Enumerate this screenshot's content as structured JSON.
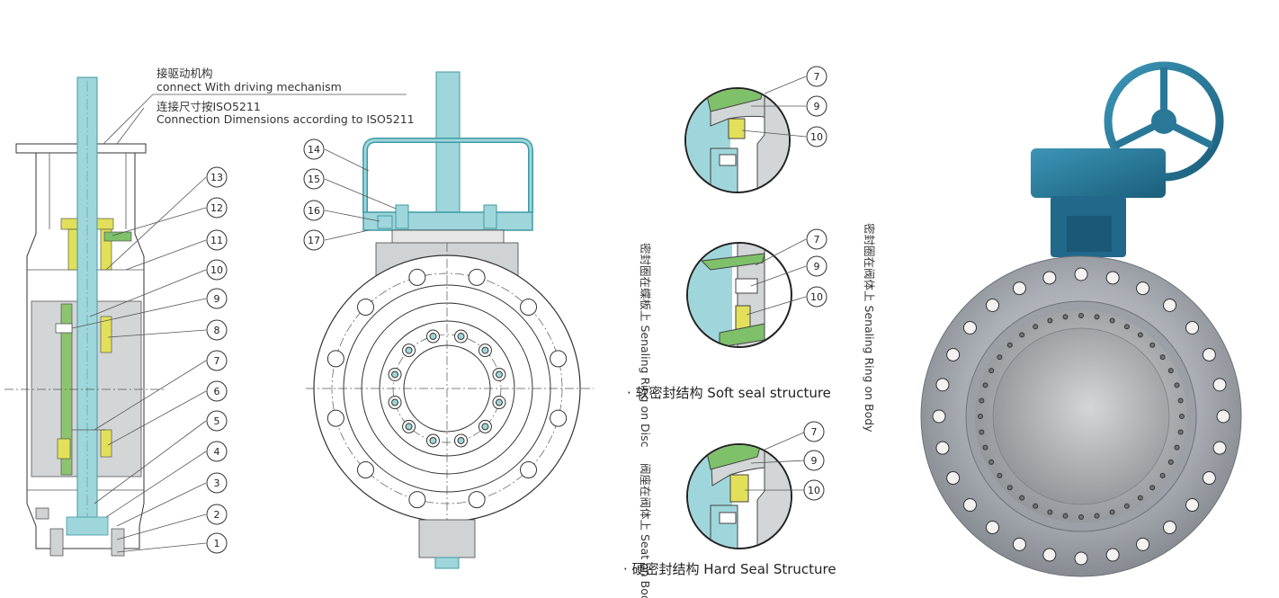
{
  "colors": {
    "shaft": "#9fd6db",
    "shaft_dark": "#3f9aa3",
    "yellow": "#e2e05a",
    "green": "#7fc06a",
    "body_grey": "#cfd3d3",
    "handwheel_blue": "#2d7fa0",
    "flange_steel": "#b9bec4"
  },
  "annotations": {
    "drive_cn": "接驱动机构",
    "drive_en": "connect With driving mechanism",
    "iso_cn": "连接尺寸按ISO5211",
    "iso_en": "Connection Dimensions according to ISO5211"
  },
  "left_callouts": [
    "13",
    "12",
    "11",
    "10",
    "9",
    "8",
    "7",
    "6",
    "5",
    "4",
    "3",
    "2",
    "1"
  ],
  "middle_callouts": [
    "14",
    "15",
    "16",
    "17"
  ],
  "soft_disc_callouts": [
    "7",
    "9",
    "10"
  ],
  "disc_ring_callouts": [
    "7",
    "9",
    "10"
  ],
  "hard_callouts": [
    "7",
    "9",
    "10"
  ],
  "labels": {
    "disc_ring": "密封圈在蝶板上 Senaling Ring on Disc",
    "body_ring": "密封圈在阀体上 Senaling Ring on Body",
    "hard_seat": "阀座在阀体上 Seat on Body",
    "soft_seal": "· 软密封结构 Soft seal structure",
    "hard_seal": "· 硬密封结构 Hard Seal Structure"
  },
  "photo": {
    "icons": [
      "handwheel-icon",
      "gearbox-icon",
      "flange-icon"
    ]
  }
}
